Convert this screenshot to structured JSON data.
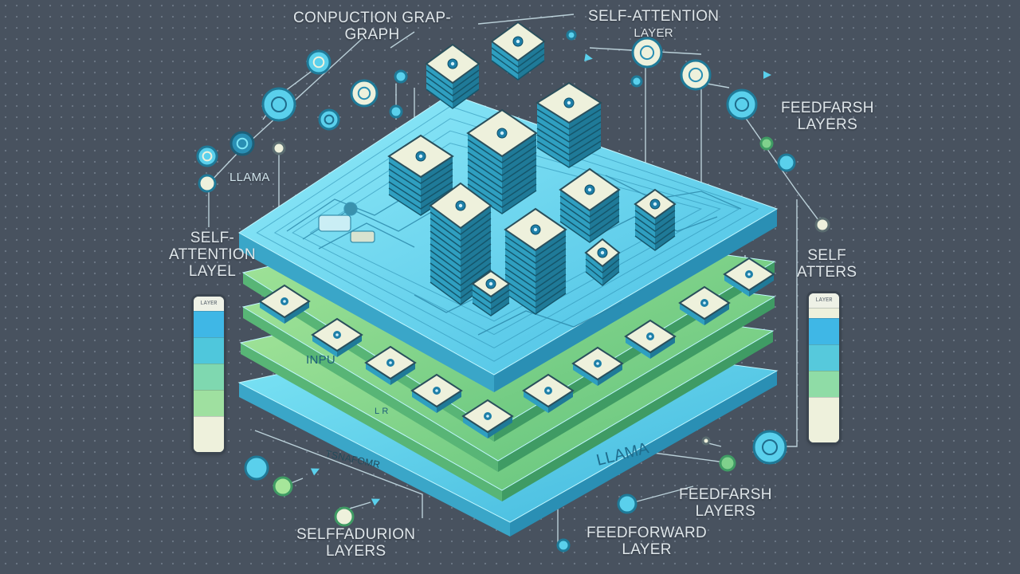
{
  "labels": {
    "top_left_line1": "CONPUCTION GRAP-",
    "top_left_line2": "GRAPH",
    "top_center_line1": "SELF-ATTENTION",
    "top_center_line2": "LAYER",
    "right_top_line1": "FEEDFARSH",
    "right_top_line2": "LAYERS",
    "left_llama": "LLAMA",
    "left_self_line1": "SELF-",
    "left_self_line2": "ATTENTION",
    "left_self_line3": "LAYEL",
    "right_self_line1": "SELF",
    "right_self_line2": "ATTERS",
    "inpu": "INPU",
    "stack_small": "L  R",
    "stack_llama": "LLAMA",
    "stack_edge": "TSNAFOMR",
    "right_bottom_line1": "FEEDFARSH",
    "right_bottom_line2": "LAYERS",
    "bottom_left_line1": "SELFFADURION",
    "bottom_left_line2": "LAYERS",
    "bottom_center_line1": "FEEDFORWARD",
    "bottom_center_line2": "LAYER"
  },
  "meters": {
    "left_caption": "LAYER",
    "right_caption": "LAYER"
  },
  "colors": {
    "background": "#48525f",
    "cyan_plate": "#5ad0ec",
    "green_plate": "#7fd18c",
    "node_face": "#eef1dc",
    "accent": "#29a7c7"
  },
  "icons": {
    "node_glyph": "circle-dot-icon",
    "connector": "node-dot-icon",
    "arrow": "arrow-head-icon"
  }
}
